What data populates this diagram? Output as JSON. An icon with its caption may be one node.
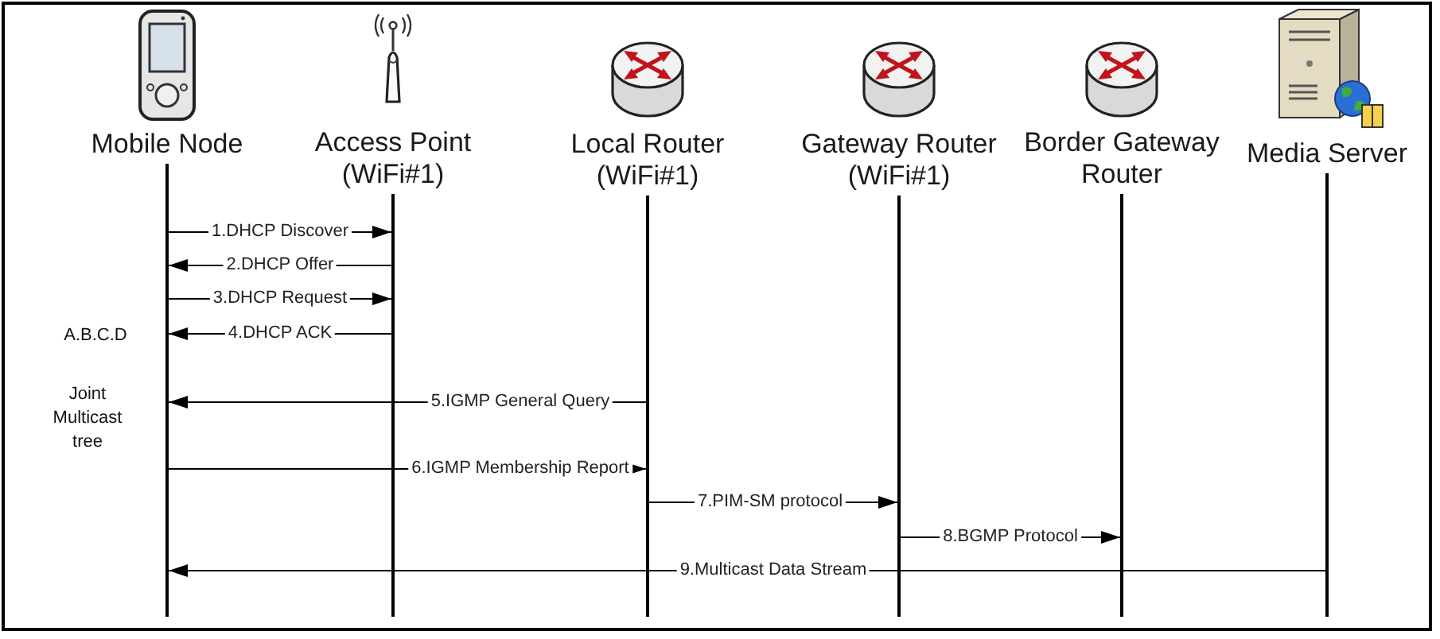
{
  "diagram": {
    "nodes": [
      {
        "text": [
          "Mobile Node"
        ]
      },
      {
        "text": [
          "Access Point (WiFi#1)"
        ]
      },
      {
        "text": [
          "Local Router (WiFi#1)"
        ]
      },
      {
        "text": [
          "Gateway Router (WiFi#1)"
        ]
      },
      {
        "text": [
          "Border Gateway Router"
        ]
      },
      {
        "text": [
          "Media Server"
        ]
      }
    ],
    "edges": [
      {
        "from": 0,
        "to": 1,
        "arrow": "to",
        "label": "1.DHCP Discover"
      },
      {
        "from": 1,
        "to": 0,
        "arrow": "to",
        "label": "2.DHCP Offer"
      },
      {
        "from": 0,
        "to": 1,
        "arrow": "to",
        "label": "3.DHCP Request"
      },
      {
        "from": 1,
        "to": 0,
        "arrow": "to",
        "label": "4.DHCP ACK"
      },
      {
        "from": 2,
        "to": 0,
        "arrow": "to",
        "label": "5.IGMP General Query"
      },
      {
        "from": 0,
        "to": 2,
        "arrow": "to",
        "label": "6.IGMP Membership Report"
      },
      {
        "from": 2,
        "to": 3,
        "arrow": "to",
        "label": "7.PIM-SM protocol"
      },
      {
        "from": 3,
        "to": 4,
        "arrow": "to",
        "label": "8.BGMP Protocol"
      },
      {
        "from": 5,
        "to": 0,
        "arrow": "to",
        "label": "9.Multicast Data Stream"
      }
    ],
    "labels": [
      "A.B.C.D",
      "Joint Multicast tree"
    ]
  }
}
